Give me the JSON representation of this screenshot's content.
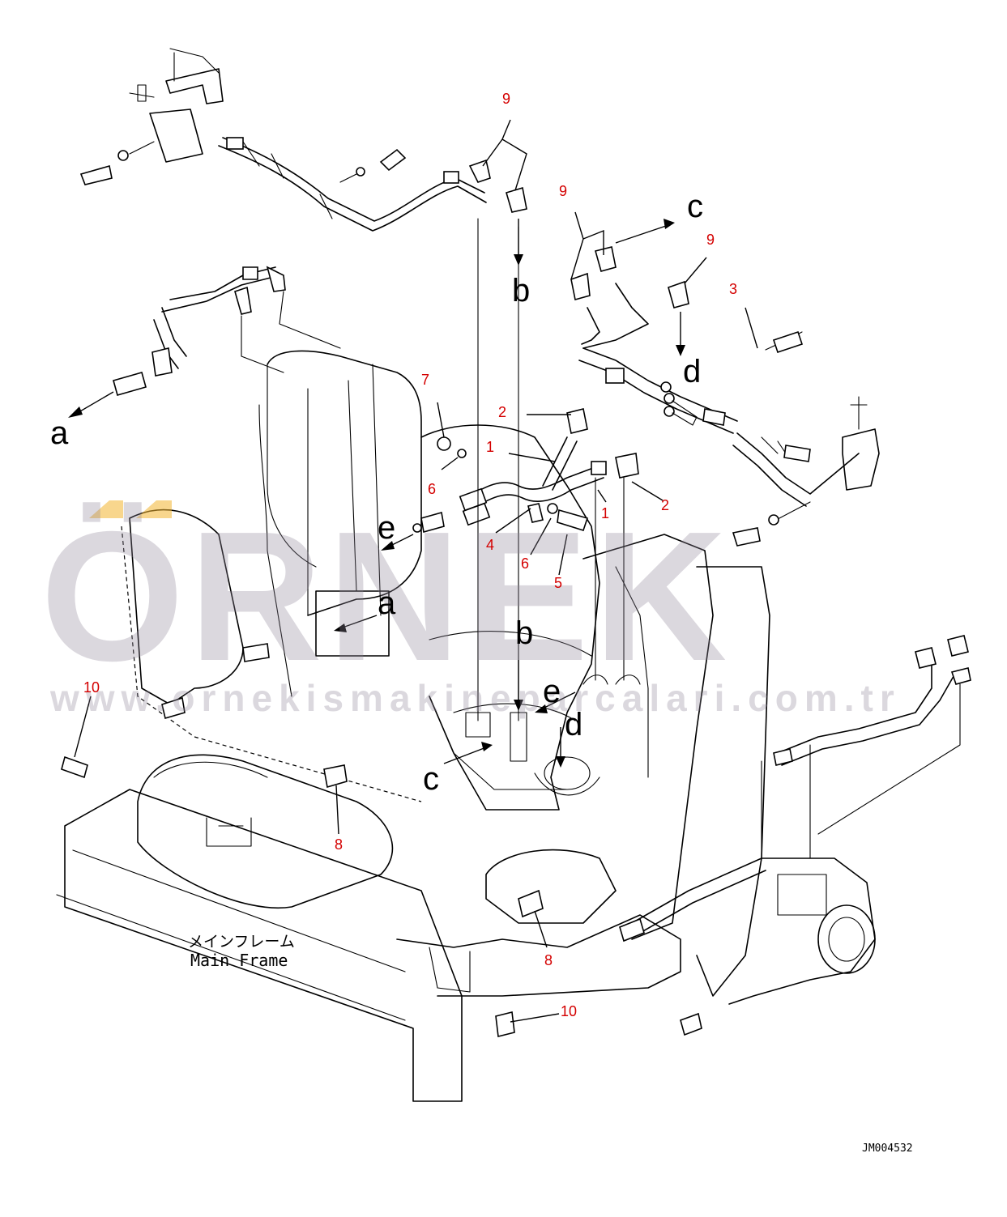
{
  "callouts": {
    "c1a": "1",
    "c1b": "1",
    "c2a": "2",
    "c2b": "2",
    "c3": "3",
    "c4": "4",
    "c5": "5",
    "c6a": "6",
    "c6b": "6",
    "c7": "7",
    "c8a": "8",
    "c8b": "8",
    "c9a": "9",
    "c9b": "9",
    "c9c": "9",
    "c10a": "10",
    "c10b": "10"
  },
  "connectors": {
    "a1": "a",
    "a2": "a",
    "b1": "b",
    "b2": "b",
    "c1": "c",
    "c2": "c",
    "d1": "d",
    "d2": "d",
    "e1": "e",
    "e2": "e"
  },
  "frame_label": {
    "japanese": "メインフレーム",
    "english": "Main Frame"
  },
  "drawing_code": "JM004532",
  "watermark": {
    "brand": "ÖRNEK",
    "url": "www.ornekismakineparcalari.com.tr"
  },
  "colors": {
    "callout_number": "#d40000",
    "watermark": "#8e8798",
    "watermark_accent": "#f2b430"
  }
}
